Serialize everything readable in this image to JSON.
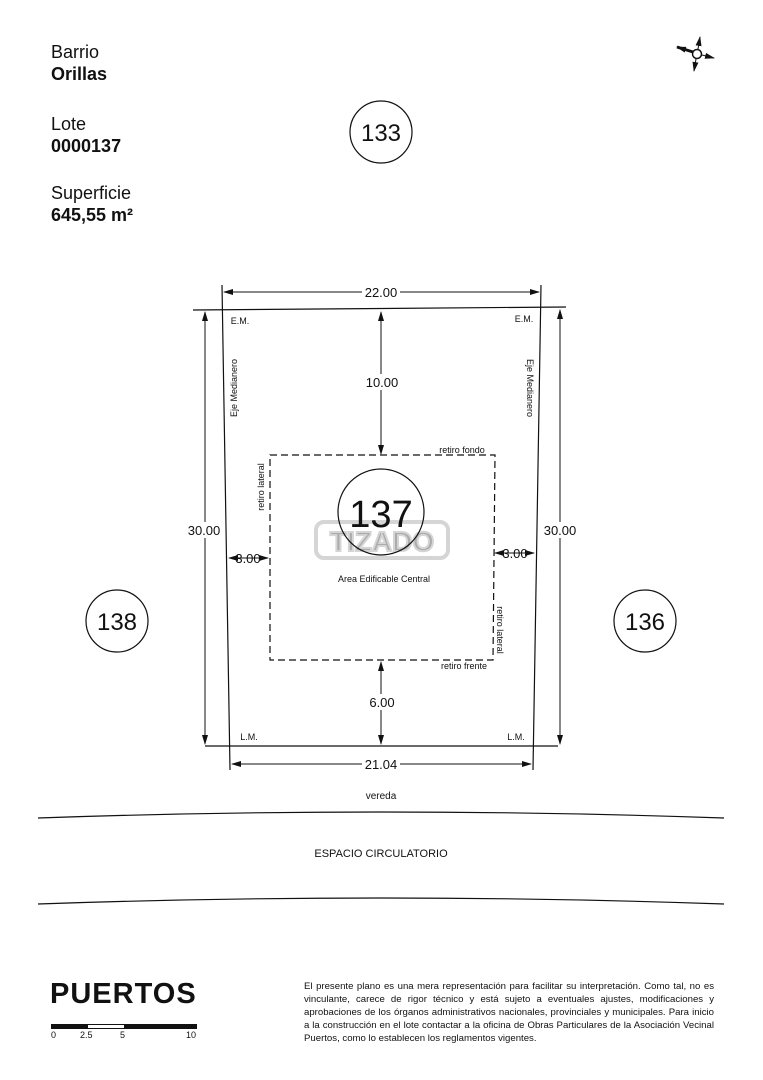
{
  "header": {
    "barrio_label": "Barrio",
    "barrio_value": "Orillas",
    "lote_label": "Lote",
    "lote_value": "0000137",
    "superficie_label": "Superficie",
    "superficie_value": "645,55 m²"
  },
  "plan": {
    "lot_number": "137",
    "neighbor_top": "133",
    "neighbor_left": "138",
    "neighbor_right": "136",
    "dim_top": "22.00",
    "dim_bottom": "21.04",
    "dim_left": "30.00",
    "dim_right": "30.00",
    "setback_back": "10.00",
    "setback_front": "6.00",
    "setback_left": "3.00",
    "setback_right": "3.00",
    "em_left": "E.M.",
    "em_right": "E.M.",
    "lm_left": "L.M.",
    "lm_right": "L.M.",
    "eje_left": "Eje Medianero",
    "eje_right": "Eje Medianero",
    "retiro_lateral_left": "retiro lateral",
    "retiro_lateral_right": "retiro lateral",
    "retiro_fondo": "retiro fondo",
    "retiro_frente": "retiro frente",
    "area": "Area Edificable Central",
    "vereda": "vereda",
    "espacio": "ESPACIO CIRCULATORIO",
    "watermark": "TIZADO"
  },
  "footer": {
    "logo": "PUERTOS",
    "scale_labels": [
      "0",
      "2.5",
      "5",
      "10"
    ],
    "disclaimer": "El presente plano es una mera representación para facilitar su interpretación. Como tal, no es vinculante, carece de rigor técnico y está sujeto a eventuales ajustes, modificaciones y aprobaciones de los órganos administrativos nacionales, provinciales y municipales. Para inicio a la construcción en el lote contactar a la oficina de Obras Particulares de la Asociación Vecinal Puertos, como lo establecen los reglamentos vigentes."
  }
}
